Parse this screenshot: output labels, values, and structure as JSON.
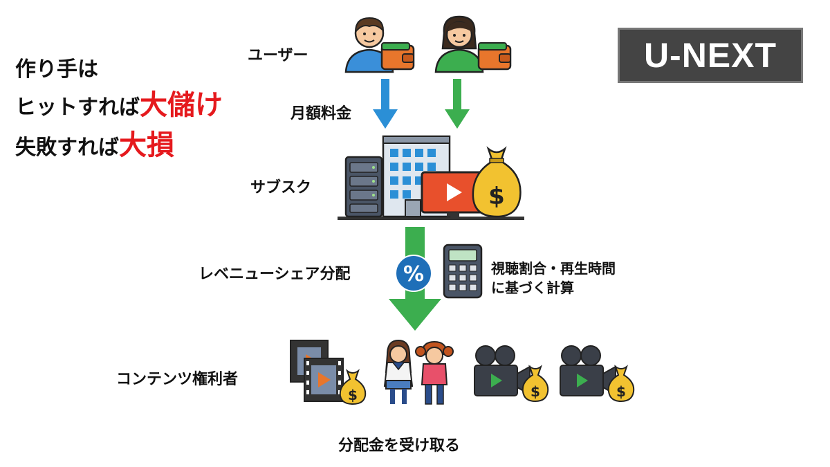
{
  "headline": {
    "line1": "作り手は",
    "line2_prefix": "ヒットすれば",
    "line2_emph": "大儲け",
    "line3_prefix": "失敗すれば",
    "line3_emph": "大損",
    "emph_color": "#e5191d"
  },
  "brand": {
    "logo_text": "U-NEXT",
    "bg_color": "#444444"
  },
  "flow": {
    "users_label": "ユーザー",
    "fee_label": "月額料金",
    "subscription_label": "サブスク",
    "revenue_share_label": "レベニューシェア分配",
    "percent_symbol": "%",
    "calc_note_line1": "視聴割合・再生時間",
    "calc_note_line2": "に基づく計算",
    "rights_holders_label": "コンテンツ権利者",
    "receive_label": "分配金を受け取る",
    "dollar_symbol": "$"
  },
  "colors": {
    "blue_arrow": "#2b8fd6",
    "green_arrow": "#3cae4f",
    "money_bag": "#f2c230"
  },
  "icons": [
    "male-user-icon",
    "female-user-icon",
    "wallet-icon",
    "server-rack-icon",
    "office-building-icon",
    "video-player-icon",
    "money-bag-icon",
    "percent-icon",
    "calculator-icon",
    "film-strip-icon",
    "girl-icon",
    "movie-camera-icon"
  ]
}
